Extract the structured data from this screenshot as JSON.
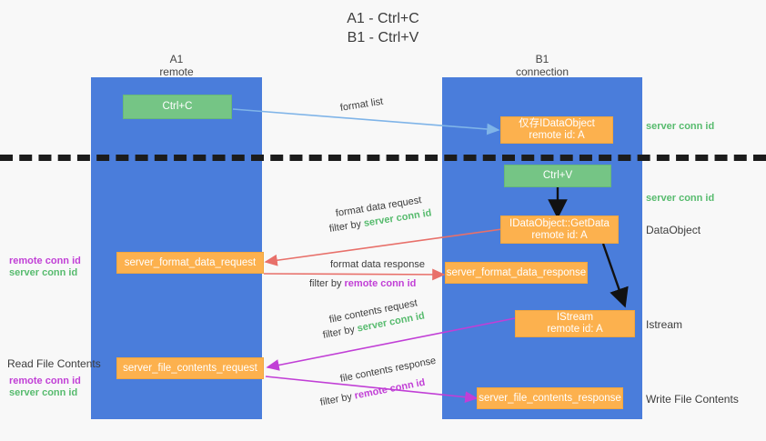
{
  "title": {
    "line1": "A1 - Ctrl+C",
    "line2": "B1 - Ctrl+V"
  },
  "columns": [
    {
      "name": "A1",
      "sub": "remote"
    },
    {
      "name": "B1",
      "sub": "connection"
    }
  ],
  "nodes": {
    "ctrl_c": "Ctrl+C",
    "ctrl_v": "Ctrl+V",
    "data_object_line1": "仅存IDataObject",
    "data_object_line2": "remote id: A",
    "getdata_line1": "IDataObject::GetData",
    "getdata_line2": "remote id: A",
    "istream_line1": "IStream",
    "istream_line2": "remote id: A",
    "server_format_data_request": "server_format_data_request",
    "server_format_data_response": "server_format_data_response",
    "server_file_contents_request": "server_file_contents_request",
    "server_file_contents_response": "server_file_contents_response"
  },
  "edge_labels": {
    "format_list": "format list",
    "format_data_request": "format data request",
    "format_data_filter_prefix": "filter by ",
    "format_data_filter_value": "server conn id",
    "format_data_response": "format data response",
    "format_data_response_filter_prefix": "filter by ",
    "format_data_response_filter_value": "remote conn id",
    "file_contents_request": "file contents request",
    "file_contents_request_filter_prefix": "filter by ",
    "file_contents_request_filter_value": "server conn id",
    "file_contents_response": "file contents response",
    "file_contents_response_filter_prefix": "filter by ",
    "file_contents_response_filter_value": "remote conn id"
  },
  "right_annotations": [
    {
      "text": "server conn id",
      "style": "green"
    },
    {
      "text": "server conn id",
      "style": "green"
    },
    {
      "text": "DataObject",
      "style": "plain"
    },
    {
      "text": "Istream",
      "style": "plain"
    },
    {
      "text": "Write File Contents",
      "style": "plain"
    }
  ],
  "left_annotations": {
    "group1_remote": "remote conn id",
    "group1_server": "server conn id",
    "read_file_contents": "Read File Contents",
    "group2_remote": "remote conn id",
    "group2_server": "server conn id"
  },
  "colors": {
    "lane": "#4a7ddb",
    "green_box": "#75c585",
    "orange_box": "#fcb14e",
    "green_text": "#57bb6e",
    "purple_text": "#c13fd6",
    "arrow_blue": "#7fb4e8",
    "arrow_red": "#e8706a",
    "arrow_magenta": "#c13fd6",
    "arrow_black": "#111111",
    "background": "#f8f8f8"
  }
}
